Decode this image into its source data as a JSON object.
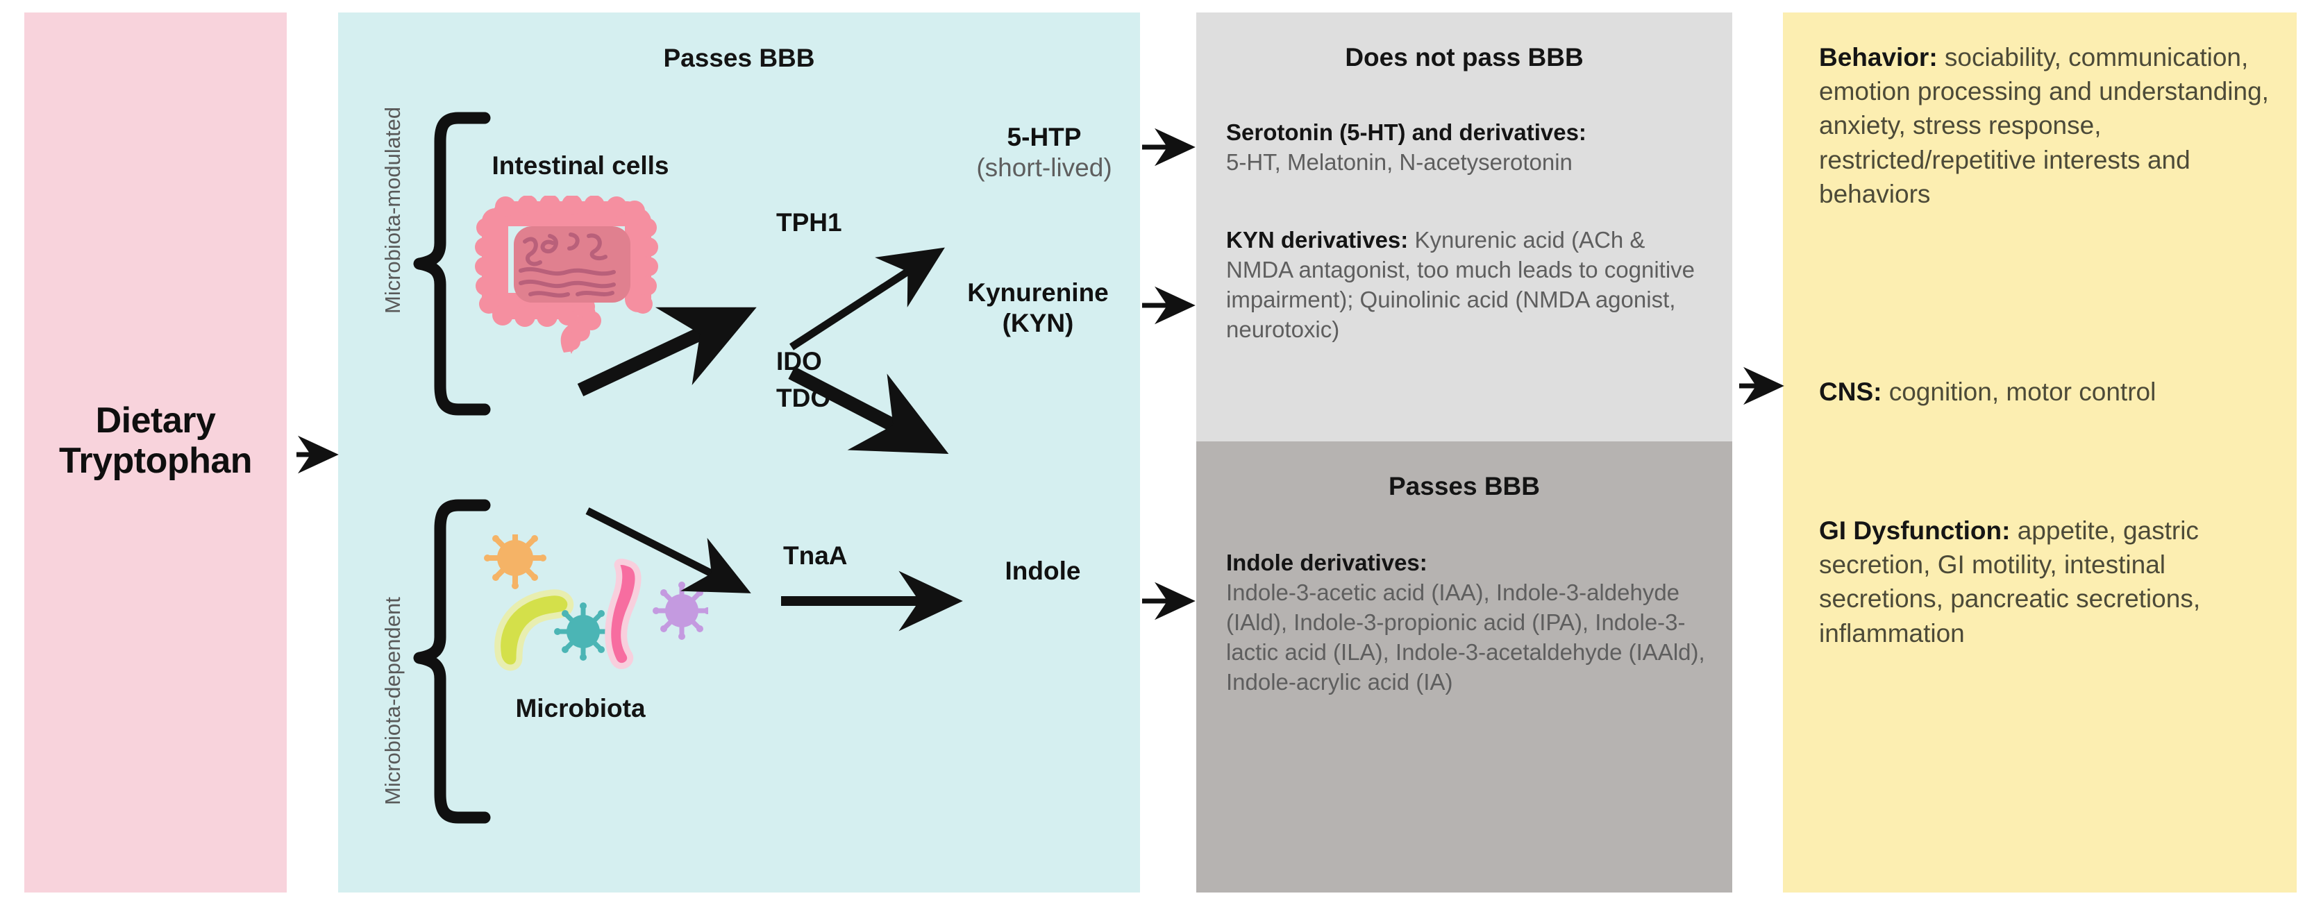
{
  "panels": {
    "dietary": {
      "title": "Dietary\nTryptophan",
      "bg": "#f8d3dc"
    },
    "gut": {
      "header": "Passes BBB",
      "bg": "#d5eff0",
      "groups": {
        "modulated": {
          "axis_label": "Microbiota-modulated",
          "title": "Intestinal cells",
          "icon": "intestine-icon"
        },
        "dependent": {
          "axis_label": "Microbiota-dependent",
          "title": "Microbiota",
          "icon": "microbes-icon"
        }
      },
      "enzymes": {
        "tph1": "TPH1",
        "ido": "IDO",
        "tdo": "TDO",
        "tnaa": "TnaA"
      },
      "metabolites": {
        "htp_name": "5-HTP",
        "htp_note": "(short-lived)",
        "kyn_name": "Kynurenine",
        "kyn_abbr": "(KYN)",
        "indole": "Indole"
      }
    },
    "does_not_pass": {
      "header": "Does not pass BBB",
      "bg": "#dedede",
      "items": [
        {
          "label": "Serotonin (5-HT) and derivatives:",
          "body": "5-HT, Melatonin, N-acetyserotonin"
        },
        {
          "label": "KYN derivatives:",
          "body": "Kynurenic acid (ACh  & NMDA antagonist, too much leads to cognitive impairment); Quinolinic acid (NMDA agonist, neurotoxic)"
        }
      ]
    },
    "passes": {
      "header": "Passes BBB",
      "bg": "#b6b3b1",
      "items": [
        {
          "label": "Indole derivatives:",
          "body": "Indole-3-acetic acid (IAA), Indole-3-aldehyde (IAld), Indole-3-propionic acid (IPA), Indole-3-lactic acid (ILA), Indole-3-acetaldehyde (IAAld), Indole-acrylic acid (IA)"
        }
      ]
    },
    "outcomes": {
      "bg": "#fceeb1",
      "items": [
        {
          "label": "Behavior:",
          "body": " sociability, communication, emotion processing and understanding, anxiety, stress response, restricted/repetitive interests and behaviors"
        },
        {
          "label": "CNS:",
          "body": " cognition, motor control"
        },
        {
          "label": "GI Dysfunction:",
          "body": " appetite, gastric secretion, GI motility, intestinal secretions, pancreatic secretions, inflammation"
        }
      ]
    }
  },
  "microbe_colors": {
    "orange": "#f5b366",
    "yellow_green": "#d4e04a",
    "teal": "#4bb5b5",
    "pink": "#f76da0",
    "purple": "#c49ae0"
  },
  "intestine_colors": {
    "colon": "#f58fa0",
    "small_intestine": "#e0808f",
    "coil_line": "#b9607a"
  }
}
